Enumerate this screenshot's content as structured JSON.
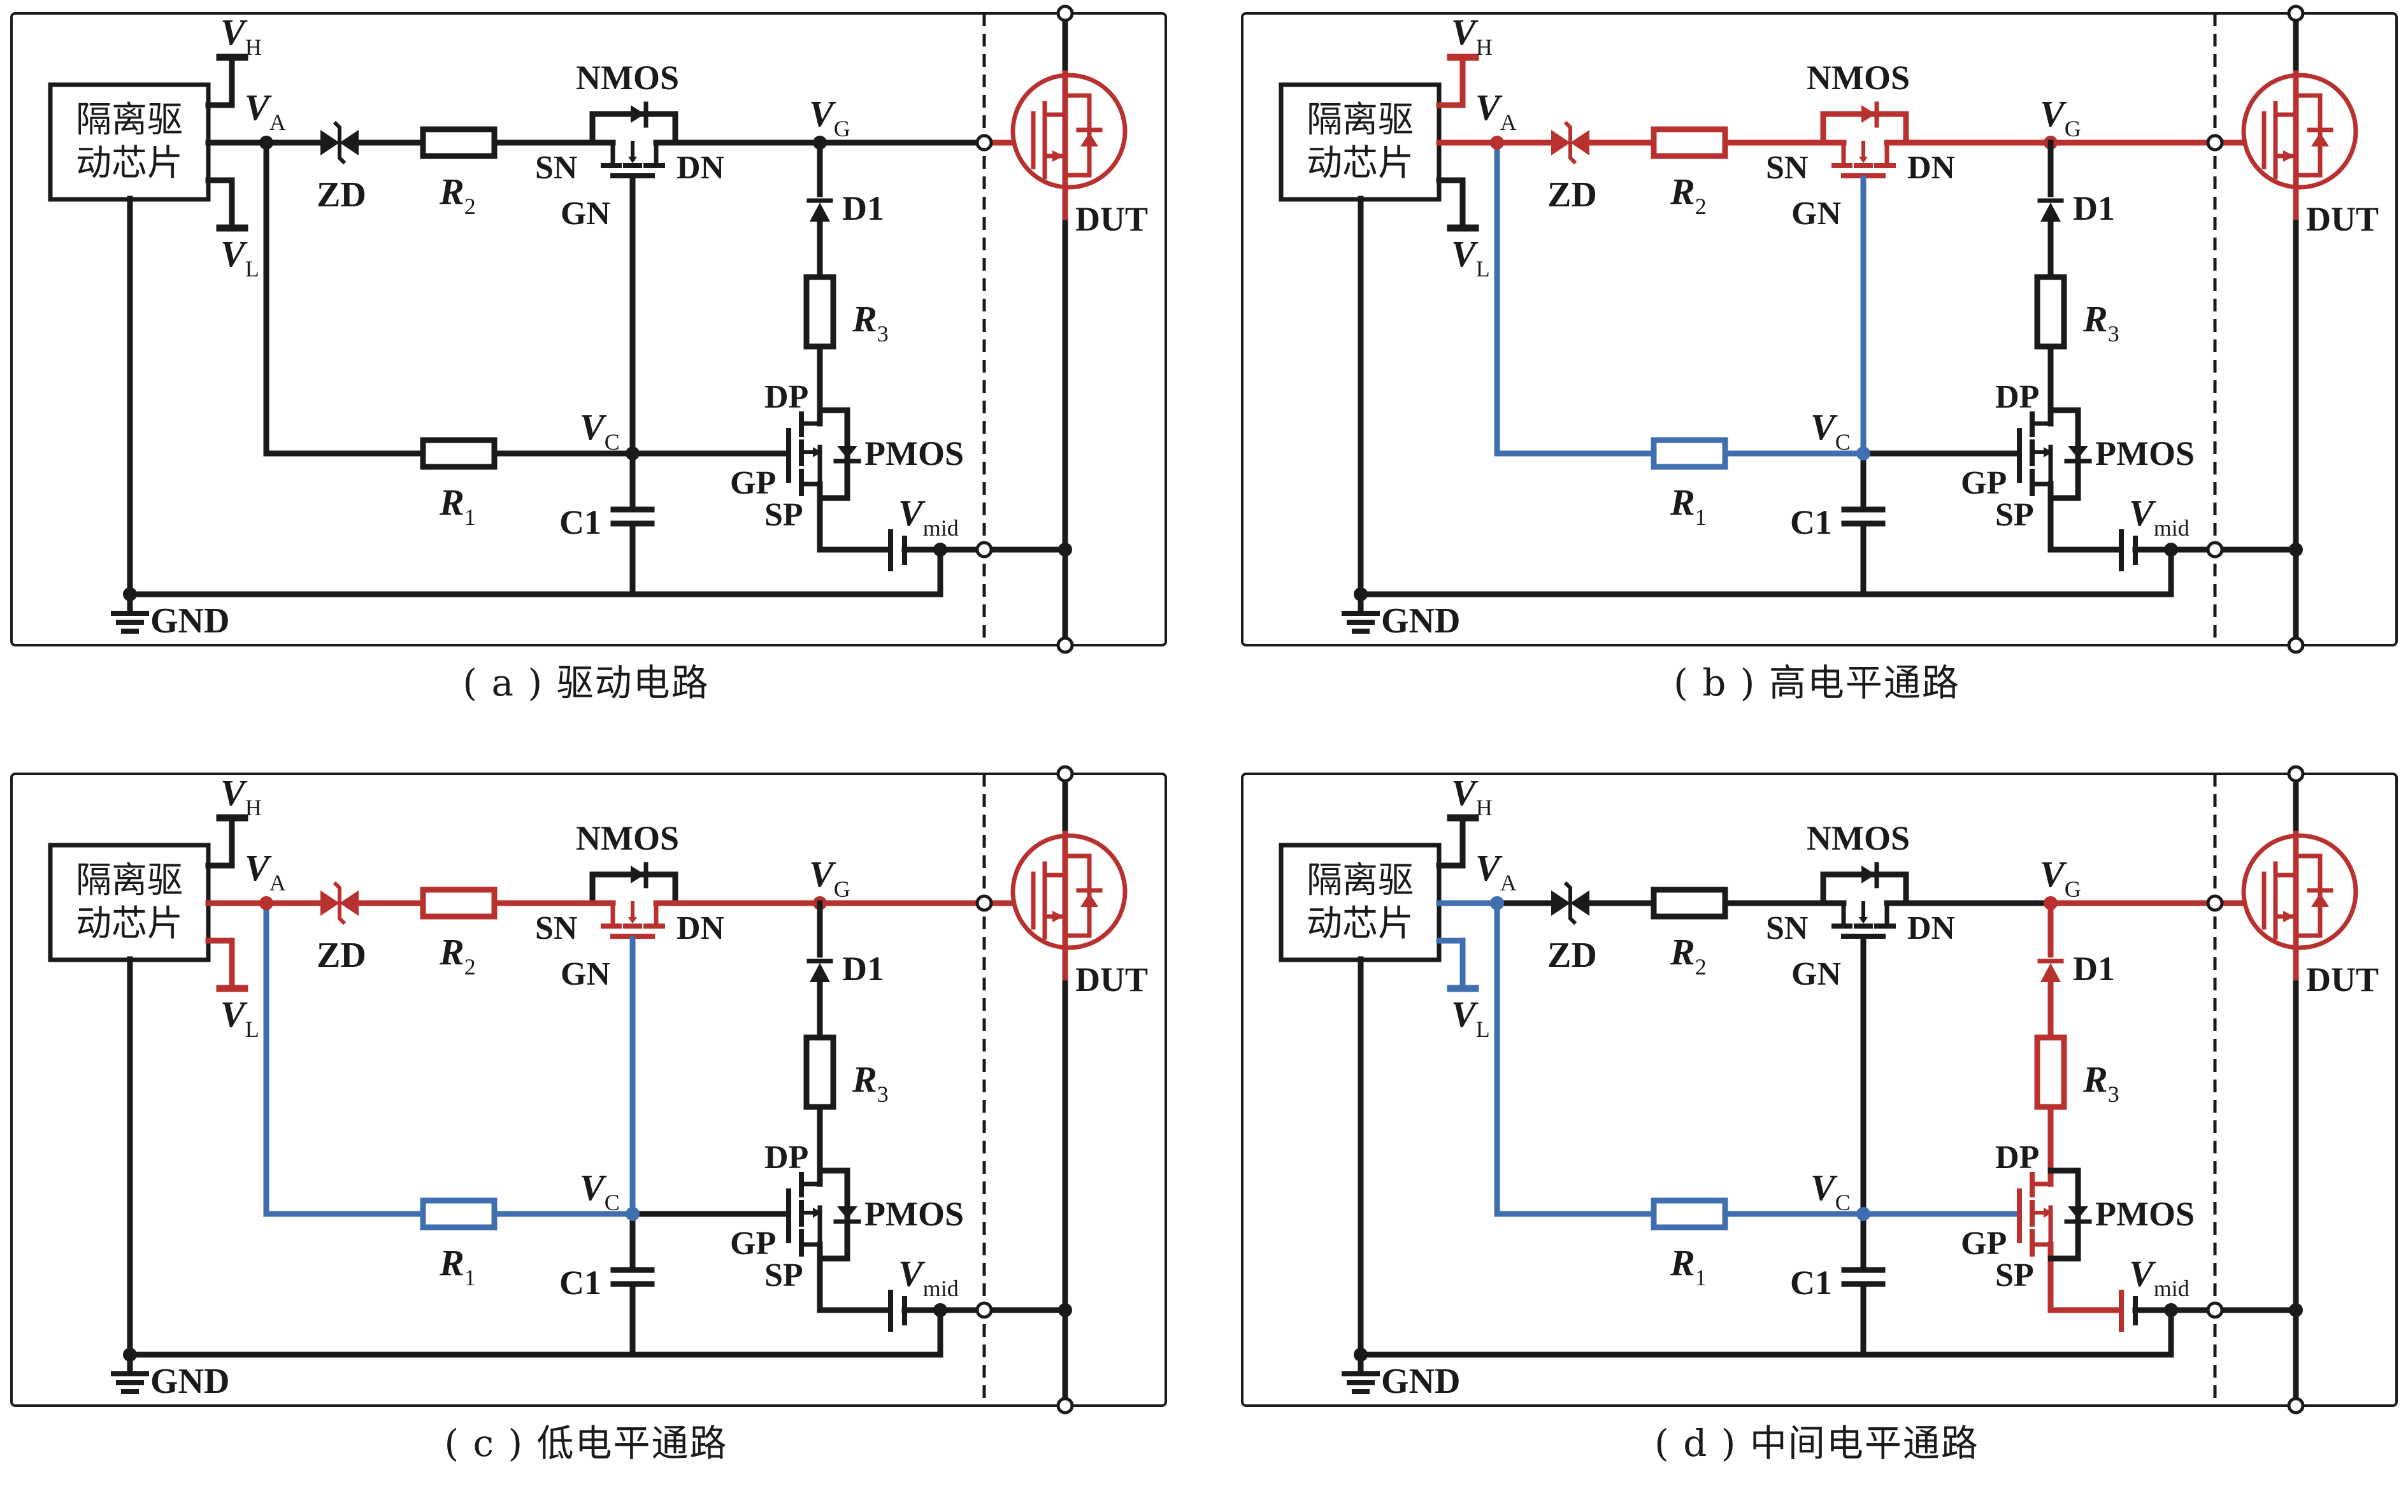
{
  "figure": {
    "colors": {
      "default_wire": "#1a1a1a",
      "high_path_red": "#b8312f",
      "low_path_blue": "#3f6fb0",
      "node_label_red": "#e0472a"
    },
    "labels": {
      "chip_line1": "隔离驱",
      "chip_line2": "动芯片",
      "VH": {
        "main": "V",
        "sub": "H"
      },
      "VL": {
        "main": "V",
        "sub": "L"
      },
      "VA": {
        "main": "V",
        "sub": "A"
      },
      "VG": {
        "main": "V",
        "sub": "G"
      },
      "VC": {
        "main": "V",
        "sub": "C"
      },
      "Vmid": {
        "main": "V",
        "sub": "mid"
      },
      "ZD": "ZD",
      "R1": {
        "main": "R",
        "sub": "1"
      },
      "R2": {
        "main": "R",
        "sub": "2"
      },
      "R3": {
        "main": "R",
        "sub": "3"
      },
      "NMOS": "NMOS",
      "SN": "SN",
      "DN": "DN",
      "GN": "GN",
      "D1": "D1",
      "DP": "DP",
      "GP": "GP",
      "SP": "SP",
      "PMOS": "PMOS",
      "C1": "C1",
      "GND": "GND",
      "DUT": "DUT"
    },
    "panels": [
      {
        "id": "a",
        "caption": "( a ) 驱动电路",
        "highlights": {
          "dut": "red"
        }
      },
      {
        "id": "b",
        "caption": "( b ) 高电平通路",
        "highlights": {
          "vh": "red",
          "chip_va": "red",
          "va_zd": "red",
          "zd": "red",
          "zd_r2": "red",
          "r2": "red",
          "r2_nmos": "red",
          "nmos_channel": "red",
          "nmos_body": "red",
          "nmos_vg": "red",
          "vg_dut": "red",
          "dut": "red",
          "va_left": "blue",
          "left_r1": "blue",
          "r1": "blue",
          "r1_vc": "blue",
          "vc_gn": "blue"
        }
      },
      {
        "id": "c",
        "caption": "( c ) 低电平通路",
        "highlights": {
          "vl": "red",
          "chip_va": "red",
          "va_zd": "red",
          "zd": "red",
          "zd_r2": "red",
          "r2": "red",
          "r2_nmos": "red",
          "nmos_channel": "red",
          "nmos_vg": "red",
          "vg_dut": "red",
          "dut": "red",
          "va_left": "blue",
          "left_r1": "blue",
          "r1": "blue",
          "r1_vc": "blue",
          "vc_gn": "blue"
        }
      },
      {
        "id": "d",
        "caption": "( d ) 中间电平通路",
        "highlights": {
          "vl": "blue",
          "chip_va": "blue",
          "va_left": "blue",
          "left_r1": "blue",
          "r1": "blue",
          "r1_vc": "blue",
          "vc_gp": "blue",
          "vg_dut": "red",
          "dut": "red",
          "vg_d1": "red",
          "d1": "red",
          "d1_r3": "red",
          "r3": "red",
          "r3_dp": "red",
          "pmos_channel": "red",
          "sp_vmid": "red",
          "vmid_left": "red"
        }
      }
    ]
  }
}
